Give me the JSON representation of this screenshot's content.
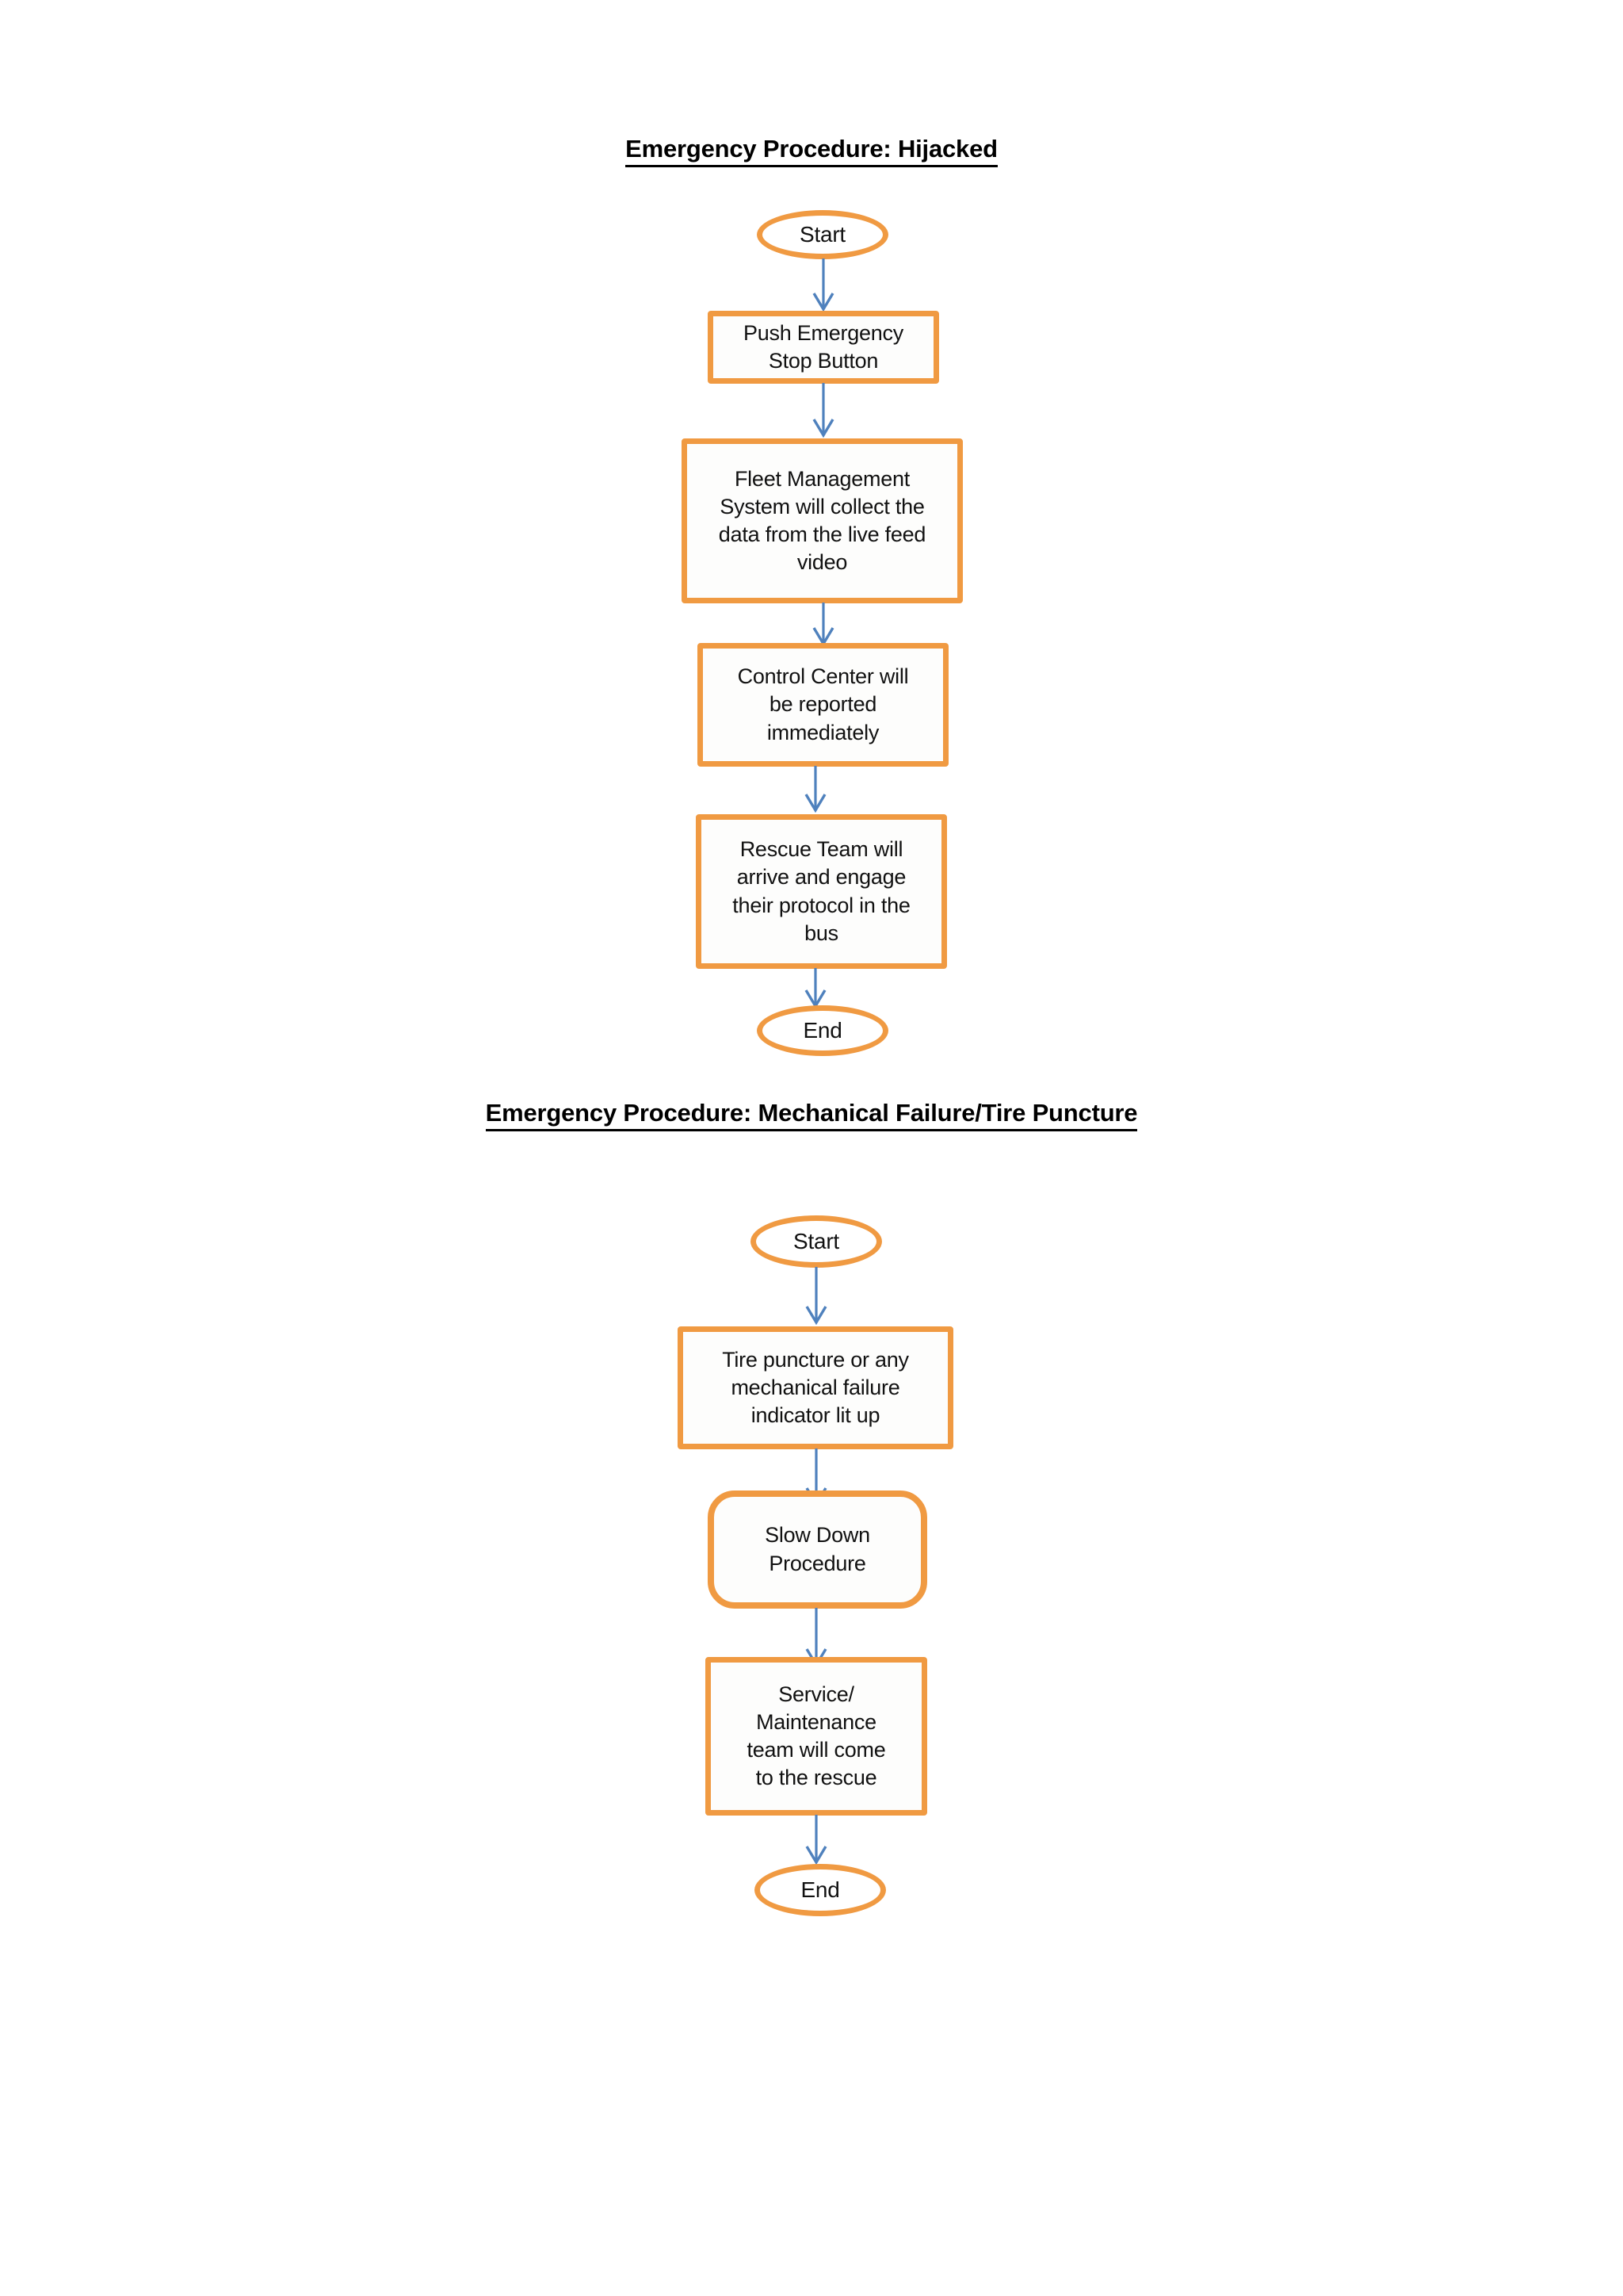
{
  "document": {
    "background_color": "#ffffff",
    "accent_color": "#F09A42",
    "connector_color": "#4F81BD",
    "text_color": "#111111"
  },
  "diagrams": [
    {
      "title": "Emergency Procedure: Hijacked",
      "nodes": [
        {
          "id": "hj-start",
          "shape": "terminator",
          "label": "Start"
        },
        {
          "id": "hj-step-1",
          "shape": "process",
          "label": "Push Emergency\nStop Button"
        },
        {
          "id": "hj-step-2",
          "shape": "process",
          "label": "Fleet Management\nSystem will collect the\ndata from the live feed\nvideo"
        },
        {
          "id": "hj-step-3",
          "shape": "process",
          "label": "Control Center will\nbe reported\nimmediately"
        },
        {
          "id": "hj-step-4",
          "shape": "process",
          "label": "Rescue Team will\narrive and engage\ntheir protocol in the\nbus"
        },
        {
          "id": "hj-end",
          "shape": "terminator",
          "label": "End"
        }
      ],
      "edges": [
        {
          "from": "hj-start",
          "to": "hj-step-1"
        },
        {
          "from": "hj-step-1",
          "to": "hj-step-2"
        },
        {
          "from": "hj-step-2",
          "to": "hj-step-3"
        },
        {
          "from": "hj-step-3",
          "to": "hj-step-4"
        },
        {
          "from": "hj-step-4",
          "to": "hj-end"
        }
      ]
    },
    {
      "title": "Emergency Procedure: Mechanical Failure/Tire Puncture",
      "nodes": [
        {
          "id": "mf-start",
          "shape": "terminator",
          "label": "Start"
        },
        {
          "id": "mf-step-1",
          "shape": "process",
          "label": "Tire puncture or any\nmechanical failure\nindicator lit  up"
        },
        {
          "id": "mf-step-2",
          "shape": "process-round",
          "label": "Slow Down\nProcedure"
        },
        {
          "id": "mf-step-3",
          "shape": "process",
          "label": "Service/\nMaintenance\nteam will come\nto the rescue"
        },
        {
          "id": "mf-end",
          "shape": "terminator",
          "label": "End"
        }
      ],
      "edges": [
        {
          "from": "mf-start",
          "to": "mf-step-1"
        },
        {
          "from": "mf-step-1",
          "to": "mf-step-2"
        },
        {
          "from": "mf-step-2",
          "to": "mf-step-3"
        },
        {
          "from": "mf-step-3",
          "to": "mf-end"
        }
      ]
    }
  ]
}
